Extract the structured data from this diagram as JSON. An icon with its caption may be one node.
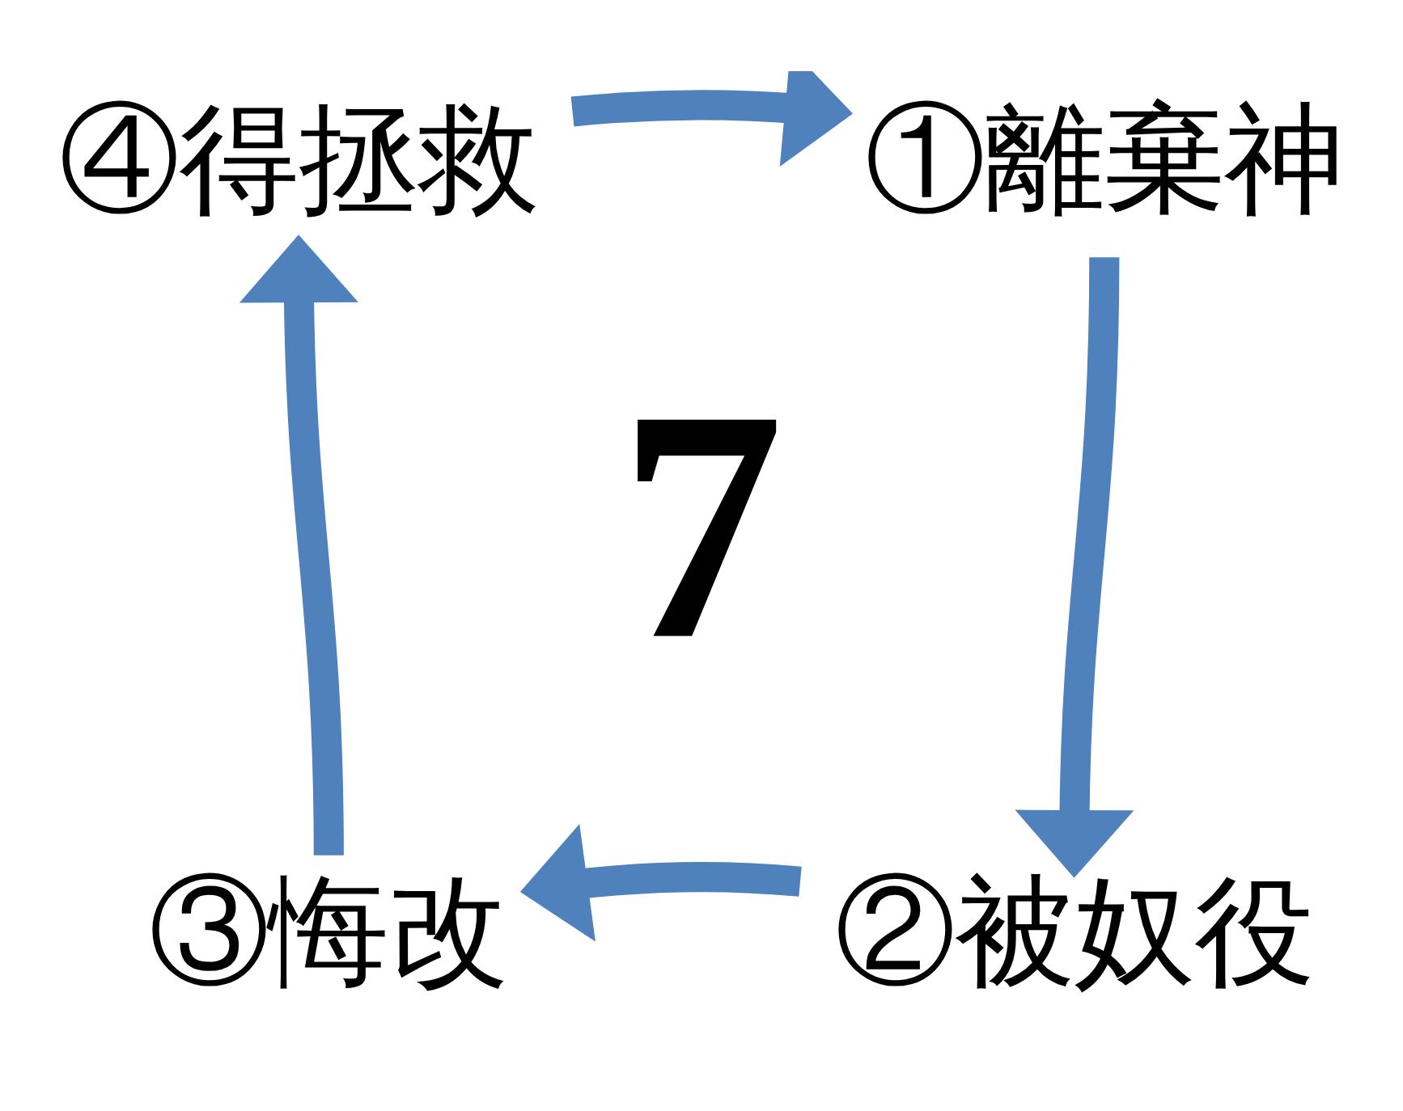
{
  "diagram": {
    "nodes": [
      {
        "text": [
          "④得拯救"
        ]
      },
      {
        "text": [
          "①離棄神"
        ]
      },
      {
        "text": [
          "③悔改"
        ]
      },
      {
        "text": [
          "②被奴役"
        ]
      }
    ],
    "edges": [
      {
        "from": 0,
        "to": 1,
        "arrow": "to"
      },
      {
        "from": 1,
        "to": 3,
        "arrow": "to"
      },
      {
        "from": 3,
        "to": 2,
        "arrow": "to"
      },
      {
        "from": 2,
        "to": 0,
        "arrow": "to"
      }
    ],
    "labels": [
      "7"
    ]
  }
}
